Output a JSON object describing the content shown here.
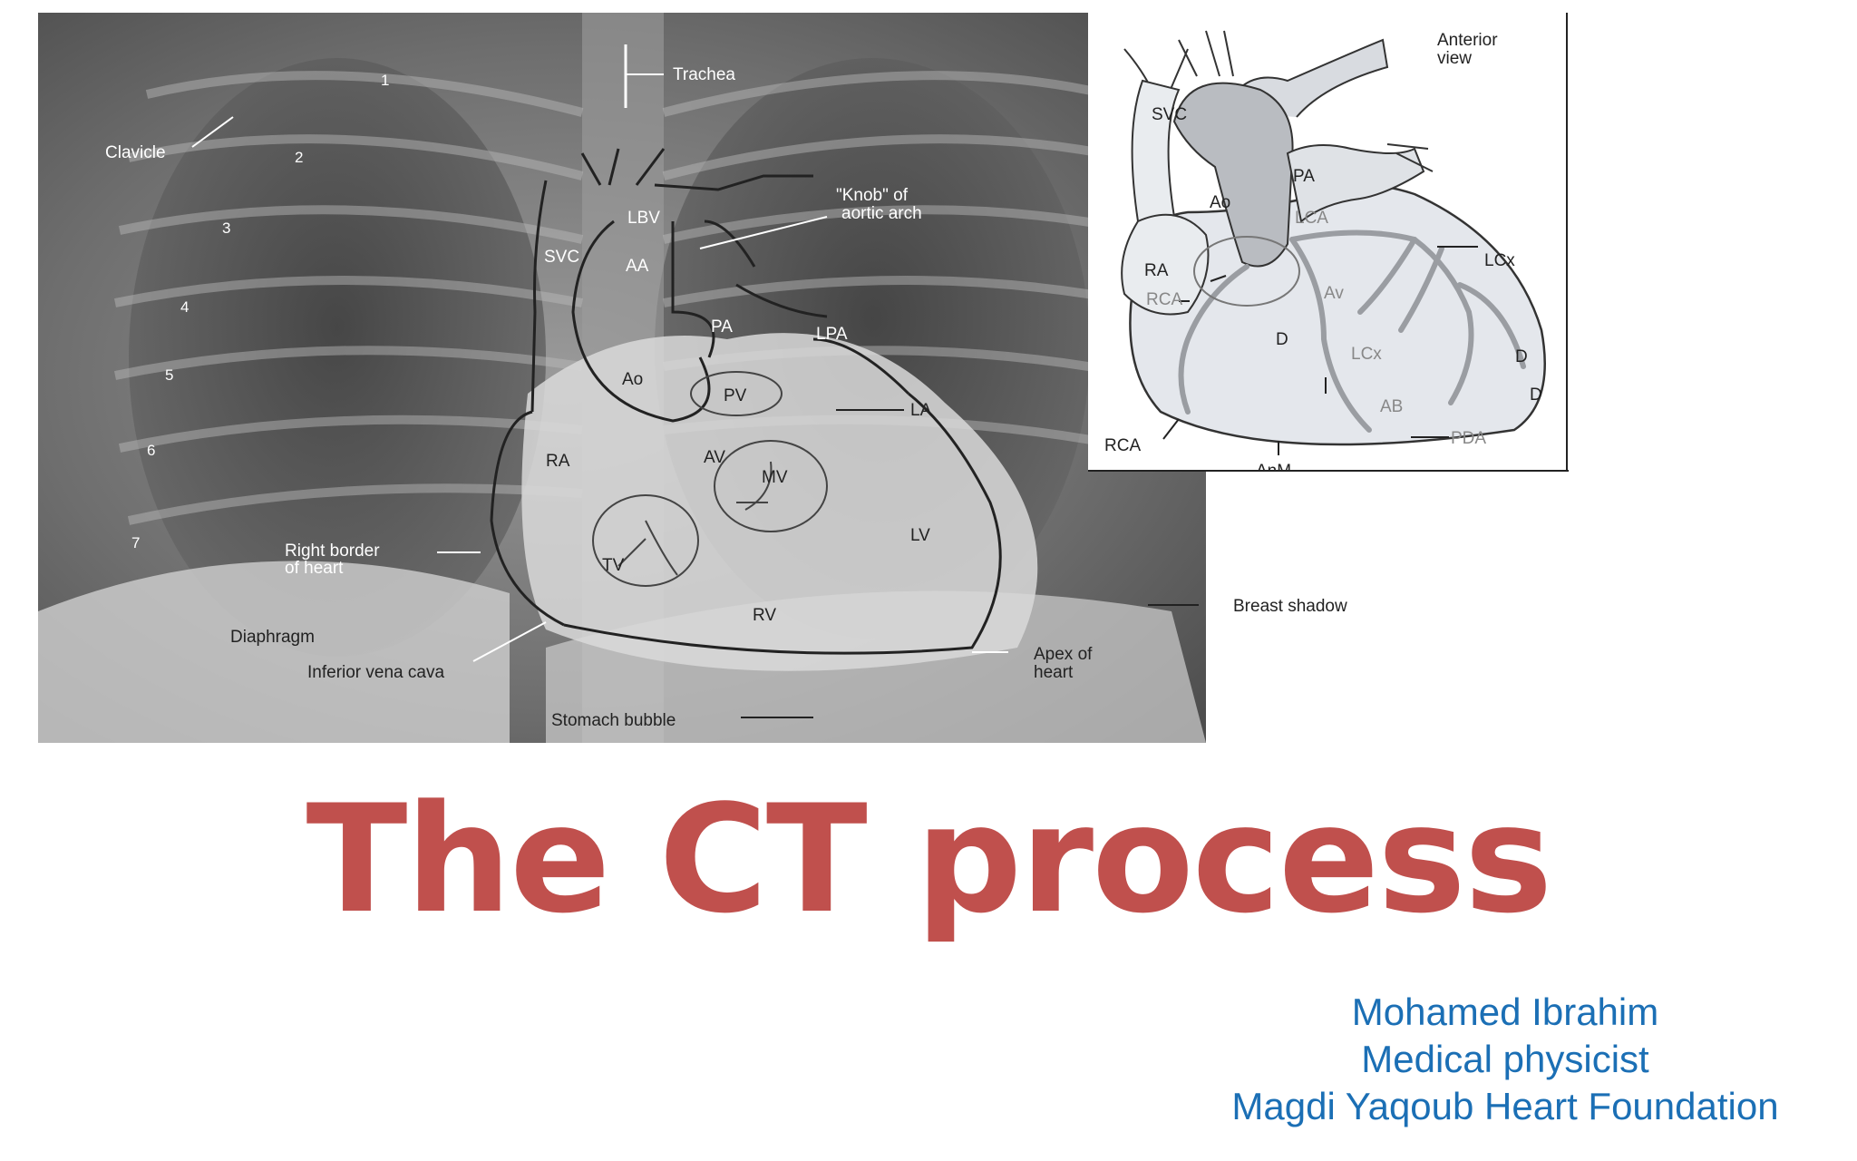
{
  "xray": {
    "rib_numbers": [
      "1",
      "2",
      "3",
      "4",
      "5",
      "6",
      "7"
    ],
    "labels": {
      "trachea": "Trachea",
      "clavicle": "Clavicle",
      "knob_line1": "\"Knob\" of",
      "knob_line2": "aortic arch",
      "lbv": "LBV",
      "svc": "SVC",
      "aa": "AA",
      "pa": "PA",
      "lpa": "LPA",
      "ao": "Ao",
      "pv": "PV",
      "la": "LA",
      "ra": "RA",
      "av": "AV",
      "mv": "MV",
      "lv": "LV",
      "tv": "TV",
      "rv": "RV",
      "right_border_line1": "Right border",
      "right_border_line2": "of heart",
      "diaphragm": "Diaphragm",
      "ivc": "Inferior vena cava",
      "apex_line1": "Apex of",
      "apex_line2": "heart",
      "stomach": "Stomach bubble",
      "breast": "Breast shadow"
    }
  },
  "inset": {
    "labels": {
      "anterior_line1": "Anterior",
      "anterior_line2": "view",
      "svc": "SVC",
      "pa": "PA",
      "ao": "Ao",
      "lca": "LCA",
      "ra": "RA",
      "lcx": "LCx",
      "rca": "RCA",
      "av": "Av",
      "d": "D",
      "lcx2": "LCx",
      "d2": "D",
      "d3": "D",
      "ab": "AB",
      "pda": "PDA",
      "rca2": "RCA",
      "anm": "AnM"
    }
  },
  "slide": {
    "title": "The CT process",
    "author_name": "Mohamed Ibrahim",
    "author_role": "Medical physicist",
    "author_org": "Magdi Yaqoub Heart Foundation"
  },
  "colors": {
    "title": "#c0504d",
    "author": "#1b6fb5"
  }
}
